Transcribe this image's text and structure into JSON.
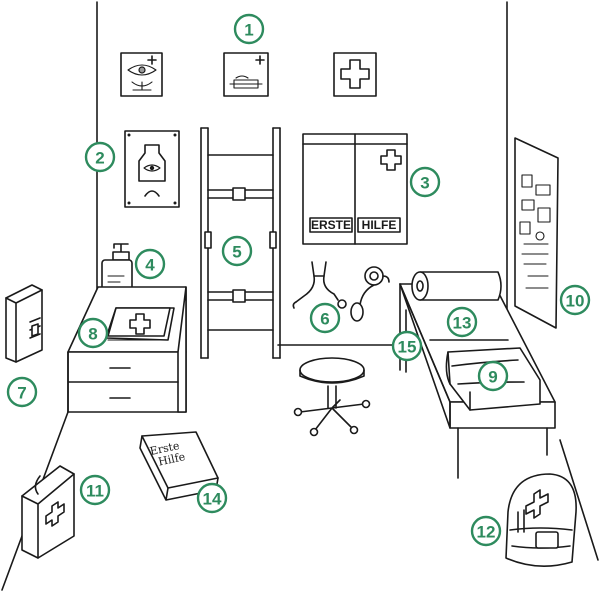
{
  "badges": [
    "1",
    "2",
    "3",
    "4",
    "5",
    "6",
    "7",
    "8",
    "9",
    "10",
    "11",
    "12",
    "13",
    "14",
    "15"
  ],
  "cabinet_text": {
    "left": "ERSTE",
    "right": "HILFE"
  },
  "book_text": {
    "line1": "Erste",
    "line2": "Hilfe"
  },
  "colors": {
    "badge": "#2e8b5e",
    "line": "#1a1a1a",
    "background": "#ffffff"
  }
}
